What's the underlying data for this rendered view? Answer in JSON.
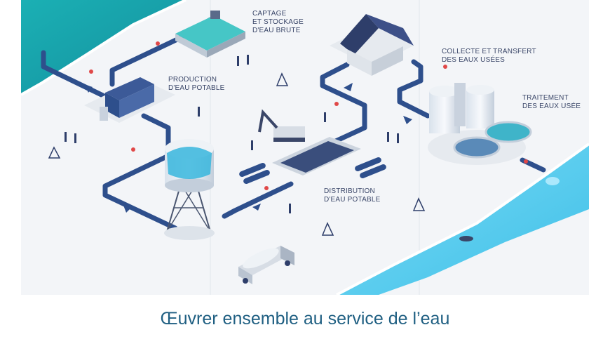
{
  "labels": {
    "captage": [
      "CAPTAGE",
      "ET STOCKAGE",
      "D'EAU BRUTE"
    ],
    "production": [
      "PRODUCTION",
      "D'EAU POTABLE"
    ],
    "collecte": [
      "COLLECTE ET TRANSFERT",
      "DES EAUX USÉES"
    ],
    "traitement": [
      "TRAITEMENT",
      "DES EAUX USÉE"
    ],
    "distribution": [
      "DISTRIBUTION",
      "D'EAU POTABLE"
    ]
  },
  "caption": "Œuvrer ensemble au service de l’eau",
  "colors": {
    "sea": "#18a7b0",
    "river": "#5fcff0",
    "pipe": "#2e4f8c",
    "caption": "#1f5f82",
    "label": "#3a4668",
    "valve": "#e04848"
  }
}
